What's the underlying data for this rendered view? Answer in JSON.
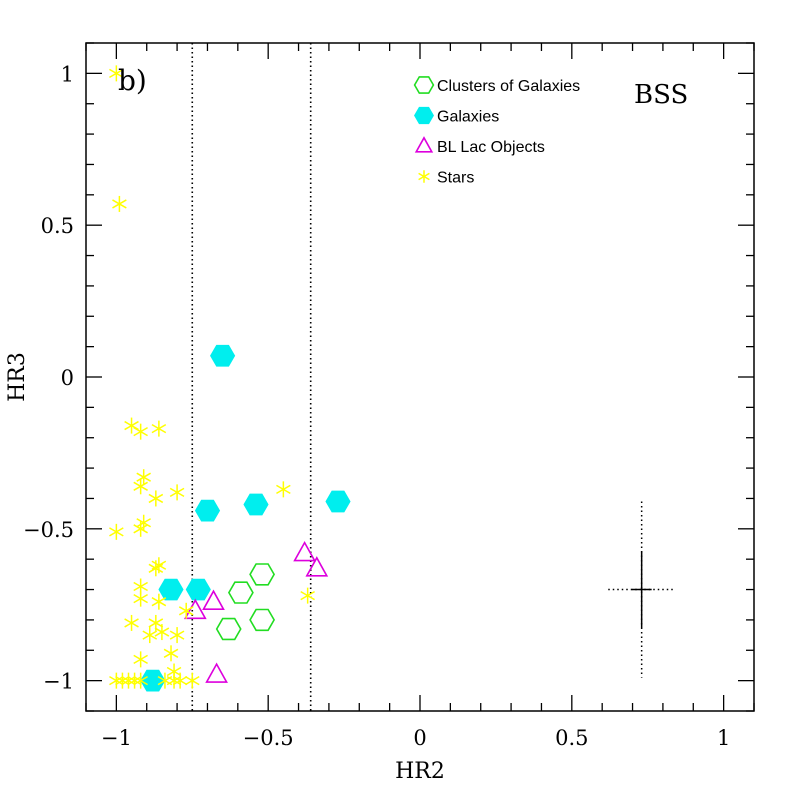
{
  "chart_data": {
    "type": "scatter",
    "panel_label": "b)",
    "survey_label": "BSS",
    "xlabel": "HR2",
    "ylabel": "HR3",
    "xlim": [
      -1.1,
      1.1
    ],
    "ylim": [
      -1.1,
      1.1
    ],
    "xticks": [
      -1,
      -0.5,
      0,
      0.5,
      1
    ],
    "yticks": [
      -1,
      -0.5,
      0,
      0.5,
      1
    ],
    "xtick_labels": [
      "−1",
      "−0.5",
      "0",
      "0.5",
      "1"
    ],
    "ytick_labels": [
      "−1",
      "−0.5",
      "0",
      "0.5",
      "1"
    ],
    "vertical_lines": [
      -0.75,
      -0.36
    ],
    "legend_position": "top-right",
    "series": [
      {
        "name": "Clusters of Galaxies",
        "marker": "hexagon-open",
        "color": "#22dd22",
        "points": [
          [
            -0.52,
            -0.65
          ],
          [
            -0.59,
            -0.71
          ],
          [
            -0.52,
            -0.8
          ],
          [
            -0.63,
            -0.83
          ]
        ]
      },
      {
        "name": "Galaxies",
        "marker": "hexagon-filled",
        "color": "#00eeee",
        "points": [
          [
            -0.65,
            0.07
          ],
          [
            -0.7,
            -0.44
          ],
          [
            -0.54,
            -0.42
          ],
          [
            -0.27,
            -0.41
          ],
          [
            -0.82,
            -0.7
          ],
          [
            -0.73,
            -0.7
          ],
          [
            -0.88,
            -1.0
          ]
        ]
      },
      {
        "name": "BL Lac Objects",
        "marker": "triangle-open",
        "color": "#dd00dd",
        "points": [
          [
            -0.38,
            -0.58
          ],
          [
            -0.34,
            -0.63
          ],
          [
            -0.68,
            -0.74
          ],
          [
            -0.74,
            -0.77
          ],
          [
            -0.67,
            -0.98
          ]
        ]
      },
      {
        "name": "Stars",
        "marker": "asterisk",
        "color": "#ffff00",
        "points": [
          [
            -1.0,
            1.0
          ],
          [
            -0.99,
            0.57
          ],
          [
            -0.95,
            -0.16
          ],
          [
            -0.92,
            -0.18
          ],
          [
            -0.86,
            -0.17
          ],
          [
            -0.91,
            -0.33
          ],
          [
            -0.92,
            -0.36
          ],
          [
            -0.87,
            -0.4
          ],
          [
            -0.8,
            -0.38
          ],
          [
            -0.45,
            -0.37
          ],
          [
            -0.91,
            -0.48
          ],
          [
            -0.92,
            -0.5
          ],
          [
            -1.0,
            -0.51
          ],
          [
            -0.87,
            -0.63
          ],
          [
            -0.86,
            -0.62
          ],
          [
            -0.92,
            -0.69
          ],
          [
            -0.92,
            -0.73
          ],
          [
            -0.86,
            -0.74
          ],
          [
            -0.77,
            -0.77
          ],
          [
            -0.37,
            -0.72
          ],
          [
            -0.95,
            -0.81
          ],
          [
            -0.87,
            -0.81
          ],
          [
            -0.85,
            -0.84
          ],
          [
            -0.89,
            -0.85
          ],
          [
            -0.8,
            -0.85
          ],
          [
            -0.82,
            -0.91
          ],
          [
            -0.92,
            -0.93
          ],
          [
            -0.81,
            -0.97
          ],
          [
            -1.0,
            -1.0
          ],
          [
            -0.98,
            -1.0
          ],
          [
            -0.96,
            -1.0
          ],
          [
            -0.94,
            -1.0
          ],
          [
            -0.92,
            -1.0
          ],
          [
            -0.84,
            -1.0
          ],
          [
            -0.81,
            -1.0
          ],
          [
            -0.79,
            -1.0
          ],
          [
            -0.75,
            -1.0
          ]
        ]
      }
    ],
    "error_cross": {
      "x": 0.73,
      "y": -0.7,
      "xerr": 0.11,
      "yerr": 0.29
    }
  }
}
